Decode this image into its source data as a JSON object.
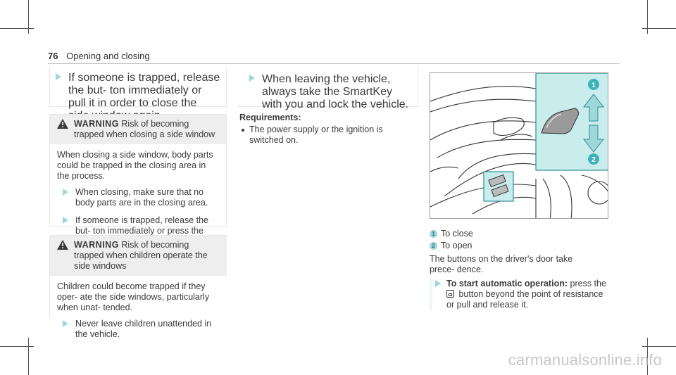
{
  "header": {
    "page_number": "76",
    "section": "Opening and closing"
  },
  "col1": {
    "step1": "If someone is trapped, release the but- ton immediately or pull it in order to close the side window again.",
    "warning1": {
      "label": "WARNING",
      "title": "Risk of becoming trapped when closing a side window",
      "body": "When closing a side window, body parts could be trapped in the closing area in the process.",
      "step1": "When closing, make sure that no body parts are in the closing area.",
      "step2": "If someone is trapped, release the but- ton immediately or press the button in order to reopen the side window."
    },
    "warning2": {
      "label": "WARNING",
      "title": "Risk of becoming trapped when children operate the side windows",
      "body": "Children could become trapped if they oper- ate the side windows, particularly when unat- tended.",
      "step1": "Never leave children unattended in the vehicle."
    }
  },
  "col2": {
    "step1": "When leaving the vehicle, always take the SmartKey with you and lock the vehicle.",
    "requirements_title": "Requirements:",
    "requirement1": "The power supply or the ignition is switched on."
  },
  "col3": {
    "legend": [
      {
        "num": "1",
        "text": "To close"
      },
      {
        "num": "2",
        "text": "To open"
      }
    ],
    "description": "The buttons on the driver's door take prece- dence.",
    "step_bold": "To start automatic operation:",
    "step_rest": "press the",
    "step_cont": "button beyond the point of resistance or pull and release it."
  },
  "figure": {
    "badge1": "1",
    "badge2": "2"
  },
  "watermark": "carmanualsonline.info",
  "colors": {
    "accent": "#9fd6d9",
    "panel": "#c9ecec"
  }
}
